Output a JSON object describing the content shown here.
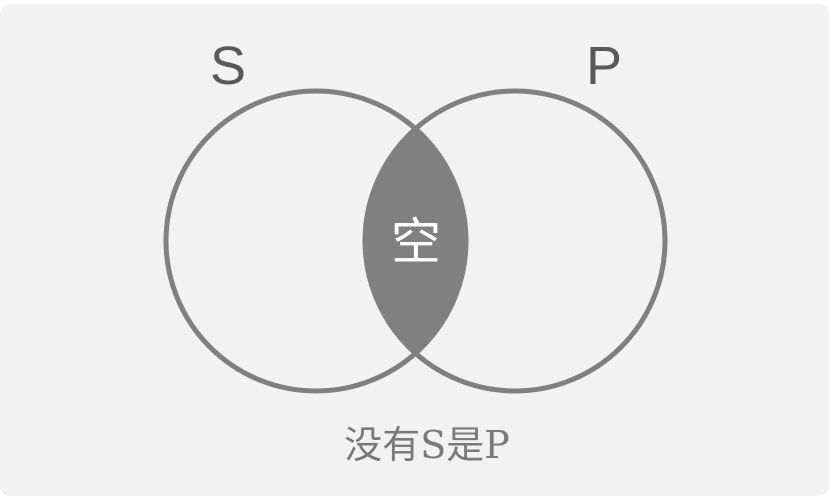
{
  "diagram": {
    "sets": [
      {
        "name": "S"
      },
      {
        "name": "P"
      }
    ],
    "intersection": {
      "label": "空",
      "shaded": true
    },
    "caption": "没有S是P",
    "colors": {
      "background": "#f2f2f2",
      "outline": "#808080",
      "shade": "#808080",
      "label_text": "#595959",
      "intersection_text": "#ffffff",
      "caption_text": "#7a7a7a"
    }
  }
}
